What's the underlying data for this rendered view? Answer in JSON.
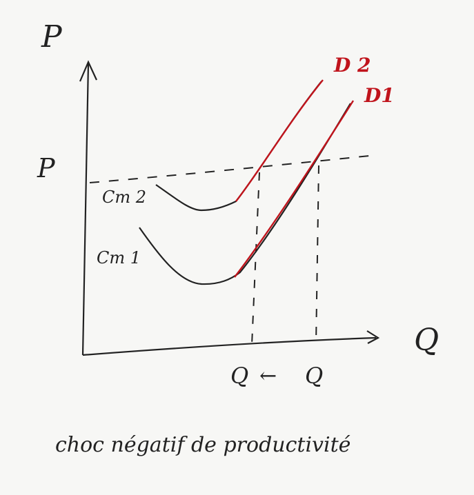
{
  "labels": {
    "y_axis": "P",
    "price_level": "P",
    "x_axis": "Q",
    "curve_cm2": "Cm 2",
    "curve_cm1": "Cm 1",
    "demand_2": "D 2",
    "demand_1": "D1",
    "q_shift_left": "Q",
    "q_arrow": "←",
    "q_shift_right": "Q",
    "caption": "choc négatif de productivité"
  },
  "colors": {
    "ink": "#222222",
    "supply_red": "#c0141c"
  }
}
